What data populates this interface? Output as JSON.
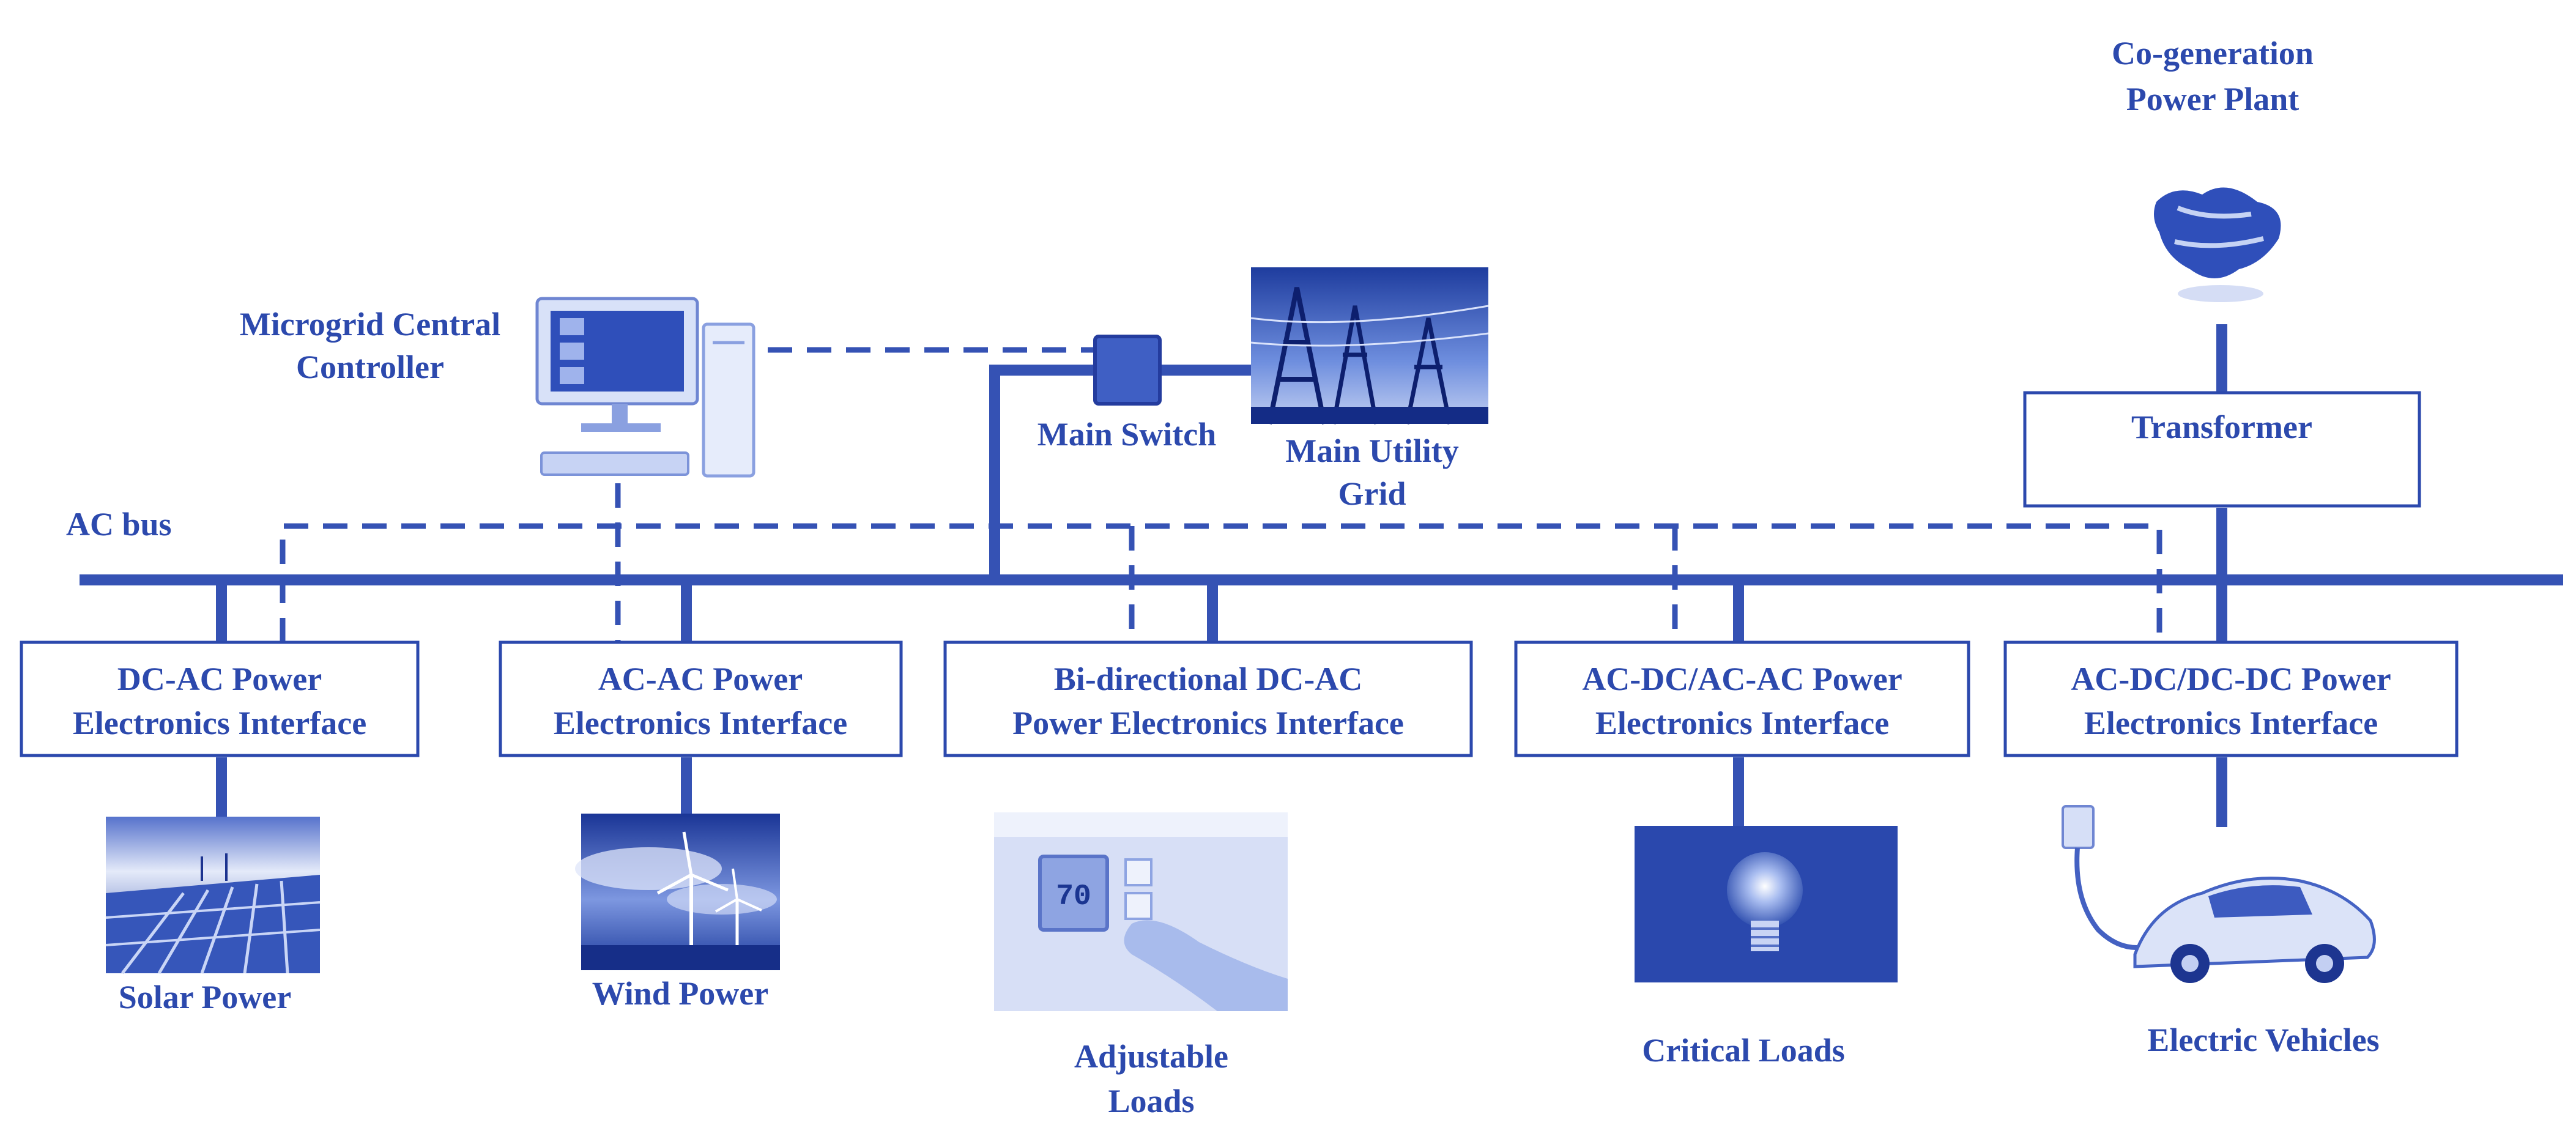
{
  "labels": {
    "cogen": [
      "Co-generation",
      "Power Plant"
    ],
    "controller": [
      "Microgrid Central",
      "Controller"
    ],
    "main_switch": "Main Switch",
    "utility_grid": [
      "Main Utility",
      "Grid"
    ],
    "ac_bus": "AC bus",
    "transformer": "Transformer"
  },
  "interfaces": [
    [
      "DC-AC Power",
      "Electronics Interface"
    ],
    [
      "AC-AC Power",
      "Electronics Interface"
    ],
    [
      "Bi-directional DC-AC",
      "Power Electronics Interface"
    ],
    [
      "AC-DC/AC-AC Power",
      "Electronics Interface"
    ],
    [
      "AC-DC/DC-DC Power",
      "Electronics Interface"
    ]
  ],
  "sources": {
    "solar": "Solar Power",
    "wind": "Wind Power",
    "adjustable": [
      "Adjustable",
      "Loads"
    ],
    "critical": "Critical Loads",
    "ev": "Electric Vehicles"
  },
  "thermostat_reading": "70",
  "colors": {
    "line": "#3552b4",
    "text": "#2c49ad",
    "photo": "#3b5cc4"
  }
}
